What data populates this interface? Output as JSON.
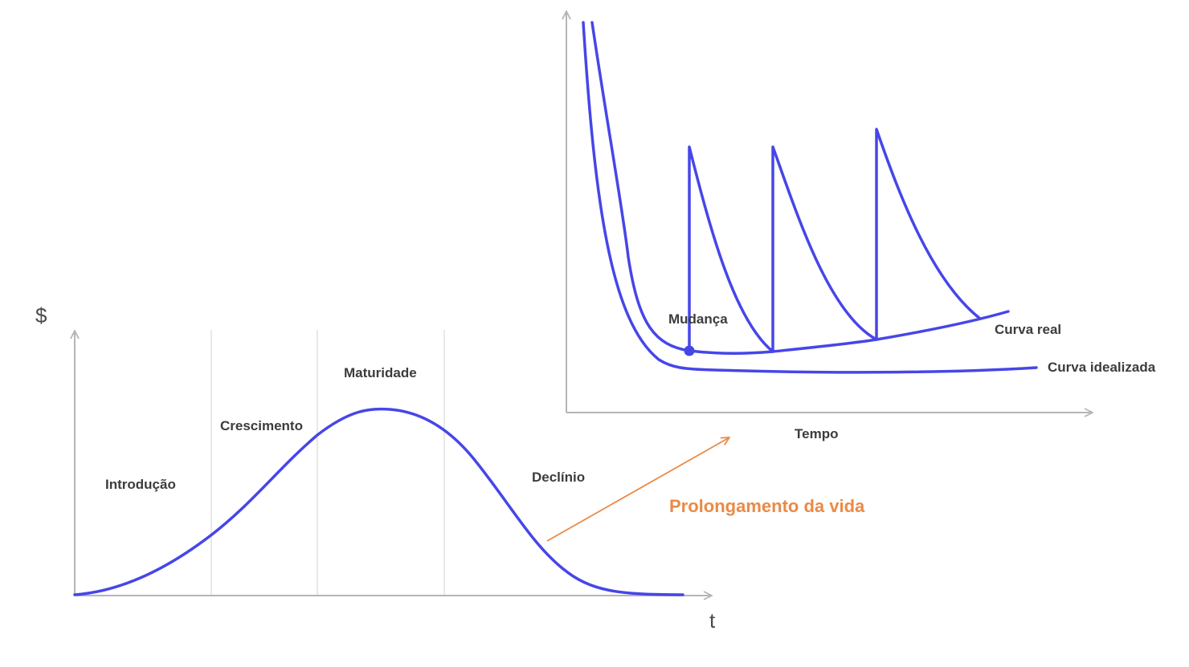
{
  "left_diagram": {
    "y_axis_label": "$",
    "x_axis_label": "t",
    "phases": [
      "Introdução",
      "Crescimento",
      "Maturidade",
      "Declínio"
    ]
  },
  "right_diagram": {
    "x_axis_label": "Tempo",
    "annotation": "Mudança",
    "curves": [
      "Curva real",
      "Curva idealizada"
    ]
  },
  "link_label": "Prolongamento da vida",
  "colors": {
    "curve": "#4646e8",
    "axis": "#b5b5b5",
    "accent": "#ea8a46",
    "text": "#3c3c3c"
  }
}
